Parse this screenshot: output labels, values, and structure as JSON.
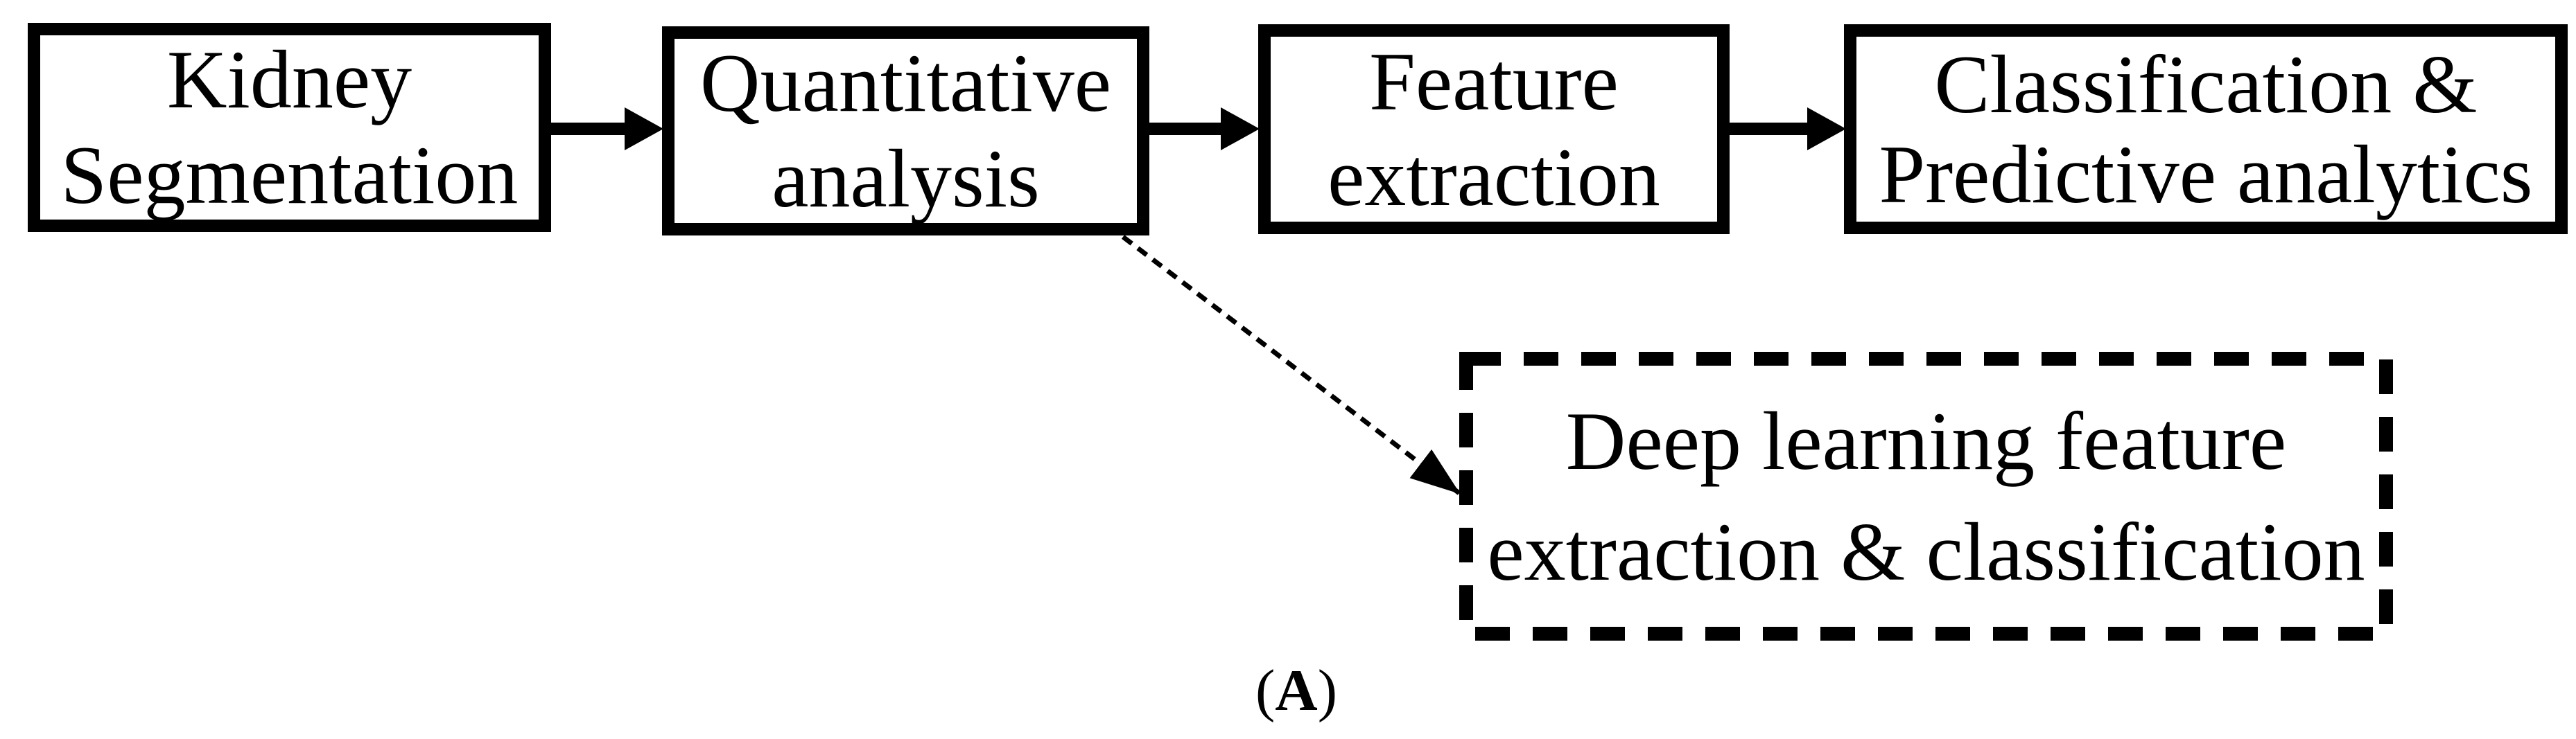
{
  "colors": {
    "ink": "#000000",
    "paper": "#ffffff"
  },
  "boxes": [
    {
      "name": "kidney-segmentation",
      "line1": "Kidney",
      "line2": "Segmentation"
    },
    {
      "name": "quantitative-analysis",
      "line1": "Quantitative",
      "line2": "analysis"
    },
    {
      "name": "feature-extraction",
      "line1": "Feature",
      "line2": "extraction"
    },
    {
      "name": "classification-predictive-analytics",
      "line1": "Classification &",
      "line2": "Predictive analytics"
    }
  ],
  "dashed_box": {
    "name": "deep-learning-feature-extraction-classification",
    "line1": "Deep learning feature",
    "line2": "extraction & classification"
  },
  "figure_label": {
    "open": "(",
    "letter": "A",
    "close": ")"
  }
}
